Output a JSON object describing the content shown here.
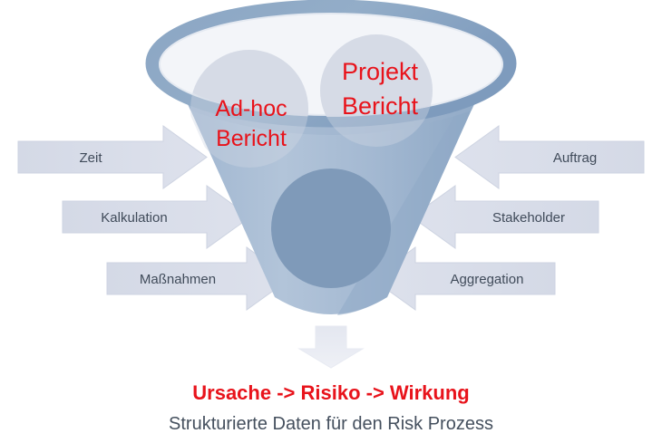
{
  "diagram": {
    "title": "Funnel diagram: Strukturierte Daten fuer den Risk Prozess",
    "colors": {
      "funnel_rim": "#8fa9c5",
      "funnel_rim_inner": "#f2f4f8",
      "funnel_body_light": "#a9bdd5",
      "funnel_body_mid": "#92aac6",
      "funnel_body_dark": "#7e9abb",
      "arrow_fill": "#d6dae6",
      "arrow_stroke": "#ccd2e0",
      "bubble_fill": "#d8dce7",
      "center_circle": "#7f9ab9",
      "red_text": "#e8131b",
      "dark_text": "#45505e",
      "background": "#ffffff"
    }
  },
  "funnel": {
    "bubbles": [
      {
        "id": "ad-hoc-bericht",
        "line1": "Ad-hoc",
        "line2": "Bericht"
      },
      {
        "id": "projekt-bericht",
        "line1": "Projekt",
        "line2": "Bericht"
      }
    ]
  },
  "inputs": {
    "left": [
      {
        "id": "zeit",
        "label": "Zeit"
      },
      {
        "id": "kalkulation",
        "label": "Kalkulation"
      },
      {
        "id": "massnahmen",
        "label": "Maßnahmen"
      }
    ],
    "right": [
      {
        "id": "auftrag",
        "label": "Auftrag"
      },
      {
        "id": "stakeholder",
        "label": "Stakeholder"
      },
      {
        "id": "aggregation",
        "label": "Aggregation"
      }
    ]
  },
  "output": {
    "chain": [
      {
        "id": "ursache",
        "text": "Ursache"
      },
      {
        "id": "arrow-1",
        "text": "->"
      },
      {
        "id": "risiko",
        "text": "Risiko"
      },
      {
        "id": "arrow-2",
        "text": "->"
      },
      {
        "id": "wirkung",
        "text": "Wirkung"
      }
    ],
    "chain_text": "Ursache   ->   Risiko   ->   Wirkung",
    "caption": "Strukturierte Daten für den Risk Prozess"
  }
}
